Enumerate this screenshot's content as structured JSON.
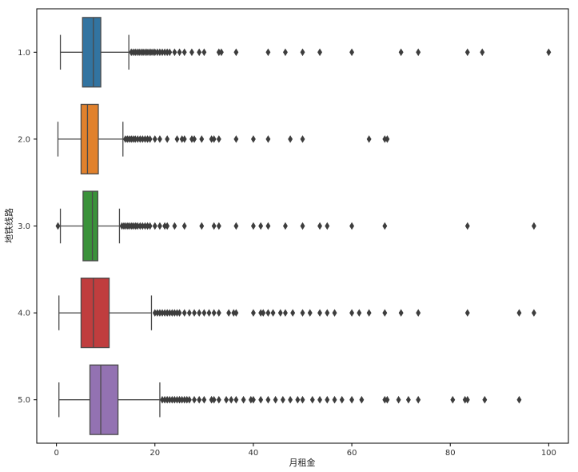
{
  "chart_data": {
    "type": "boxplot",
    "orientation": "horizontal",
    "xlabel": "月租金",
    "ylabel": "地铁线路",
    "xlim": [
      -4,
      104
    ],
    "xticks": [
      0,
      20,
      40,
      60,
      80,
      100
    ],
    "categories": [
      "1.0",
      "2.0",
      "3.0",
      "4.0",
      "5.0"
    ],
    "grid": false,
    "legend": "none",
    "series": [
      {
        "category": "1.0",
        "color": "#3274a1",
        "whisker_low": 0.8,
        "q1": 5.3,
        "median": 7.5,
        "q3": 9.0,
        "whisker_high": 14.7,
        "outliers": [
          15.2,
          15.6,
          16.0,
          16.4,
          16.8,
          17.2,
          17.6,
          18.0,
          18.4,
          18.8,
          19.2,
          19.6,
          20.0,
          20.5,
          21.0,
          21.5,
          22.0,
          22.5,
          23.0,
          24.0,
          25.0,
          26.0,
          27.5,
          29.0,
          30.0,
          33.0,
          33.5,
          36.5,
          43.0,
          46.5,
          50.0,
          53.5,
          60.0,
          70.0,
          73.5,
          83.5,
          86.5,
          100.0
        ]
      },
      {
        "category": "2.0",
        "color": "#e1812c",
        "whisker_low": 0.3,
        "q1": 5.0,
        "median": 6.3,
        "q3": 8.5,
        "whisker_high": 13.5,
        "outliers": [
          14.0,
          14.4,
          14.8,
          15.2,
          15.6,
          16.0,
          16.5,
          17.0,
          17.5,
          18.0,
          18.5,
          19.0,
          20.0,
          21.0,
          22.5,
          24.5,
          25.5,
          26.0,
          27.5,
          28.0,
          29.5,
          31.5,
          32.0,
          33.0,
          36.5,
          40.0,
          43.0,
          47.5,
          50.0,
          63.5,
          66.7,
          67.2
        ]
      },
      {
        "category": "3.0",
        "color": "#3a923a",
        "whisker_low": 0.8,
        "q1": 5.4,
        "median": 7.3,
        "q3": 8.4,
        "whisker_high": 12.8,
        "outliers": [
          0.3,
          13.3,
          13.7,
          14.1,
          14.5,
          14.9,
          15.3,
          15.7,
          16.1,
          16.5,
          17.0,
          17.5,
          18.0,
          18.5,
          19.0,
          20.0,
          21.0,
          22.0,
          22.5,
          24.0,
          26.0,
          29.5,
          32.0,
          33.0,
          36.5,
          40.0,
          41.5,
          43.0,
          46.5,
          50.0,
          53.5,
          55.0,
          60.0,
          66.7,
          83.5,
          97.0
        ]
      },
      {
        "category": "4.0",
        "color": "#c03d3e",
        "whisker_low": 0.5,
        "q1": 5.0,
        "median": 7.5,
        "q3": 10.7,
        "whisker_high": 19.3,
        "outliers": [
          20.0,
          20.5,
          21.0,
          21.5,
          22.0,
          22.5,
          23.0,
          23.5,
          24.0,
          24.5,
          25.0,
          26.0,
          27.0,
          28.0,
          29.0,
          30.0,
          31.0,
          32.0,
          33.0,
          35.0,
          36.0,
          36.5,
          40.0,
          41.5,
          42.0,
          43.0,
          44.0,
          45.5,
          46.5,
          48.0,
          50.0,
          51.5,
          53.5,
          55.0,
          56.5,
          60.0,
          61.5,
          63.5,
          66.7,
          70.0,
          73.5,
          83.5,
          94.0,
          97.0
        ]
      },
      {
        "category": "5.0",
        "color": "#9372b2",
        "whisker_low": 0.5,
        "q1": 6.8,
        "median": 9.0,
        "q3": 12.5,
        "whisker_high": 21.0,
        "outliers": [
          21.5,
          22.0,
          22.5,
          23.0,
          23.5,
          24.0,
          24.5,
          25.0,
          25.5,
          26.0,
          26.5,
          27.0,
          28.0,
          29.0,
          30.0,
          31.5,
          32.0,
          33.0,
          34.5,
          35.5,
          36.5,
          38.0,
          39.5,
          40.0,
          41.5,
          43.0,
          44.5,
          46.0,
          47.5,
          49.0,
          50.0,
          52.0,
          53.5,
          55.0,
          56.5,
          58.0,
          60.0,
          62.0,
          66.7,
          67.2,
          69.5,
          71.5,
          73.5,
          80.5,
          83.0,
          83.5,
          87.0,
          94.0
        ]
      }
    ]
  }
}
